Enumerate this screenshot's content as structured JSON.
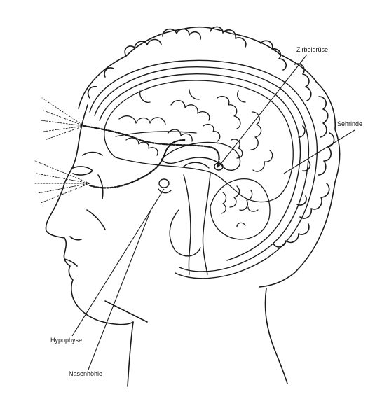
{
  "labels": {
    "pineal": "Zirbeldrüse",
    "visual_cortex": "Sehrinde",
    "pituitary": "Hypophyse",
    "nasal_cavity": "Nasenhöhle"
  },
  "colors": {
    "ink": "#1a1a1a",
    "background": "#ffffff"
  }
}
